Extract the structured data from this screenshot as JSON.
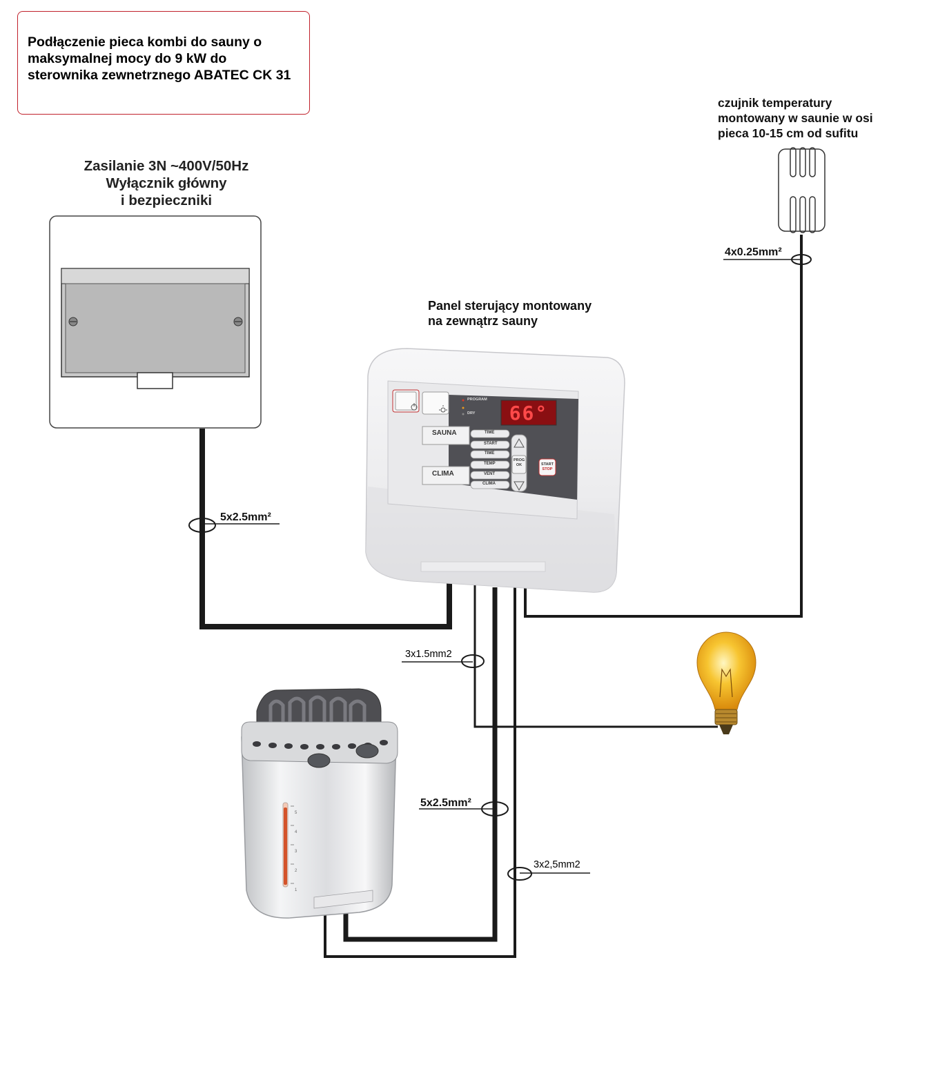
{
  "title": [
    "Podłączenie pieca kombi do sauny o",
    "maksymalnej mocy do 9 kW do",
    "sterownika zewnetrznego ABATEC CK 31"
  ],
  "supply_label": [
    "Zasilanie 3N ~400V/50Hz",
    "Wyłącznik główny",
    "i bezpieczniki"
  ],
  "sensor_label": [
    "czujnik temperatury",
    "montowany w saunie w osi",
    "pieca 10-15 cm od sufitu"
  ],
  "panel_label": [
    "Panel sterujący montowany",
    "na zewnątrz sauny"
  ],
  "cables": {
    "sensor": "4x0.25mm²",
    "supply": "5x2.5mm²",
    "light": "3x1.5mm2",
    "heater": "5x2.5mm²",
    "heater_aux": "3x2,5mm2"
  },
  "controller": {
    "display": "66°",
    "indicators": [
      "PROGRAM",
      "DRY"
    ],
    "modes": [
      "SAUNA",
      "CLIMA"
    ],
    "functions": [
      "TIME",
      "START",
      "TIME",
      "TEMP",
      "VENT",
      "CLIMA"
    ],
    "prog_button": [
      "PROG",
      "OK"
    ],
    "start_button": [
      "START",
      "STOP"
    ]
  },
  "heater_scale": [
    "5",
    "4",
    "3",
    "2",
    "1"
  ],
  "colors": {
    "title_border": "#c0202a",
    "wire": "#1a1a1a",
    "display_bg": "#8a0f12",
    "display_text": "#ff4040",
    "bulb": "#f2b318"
  }
}
